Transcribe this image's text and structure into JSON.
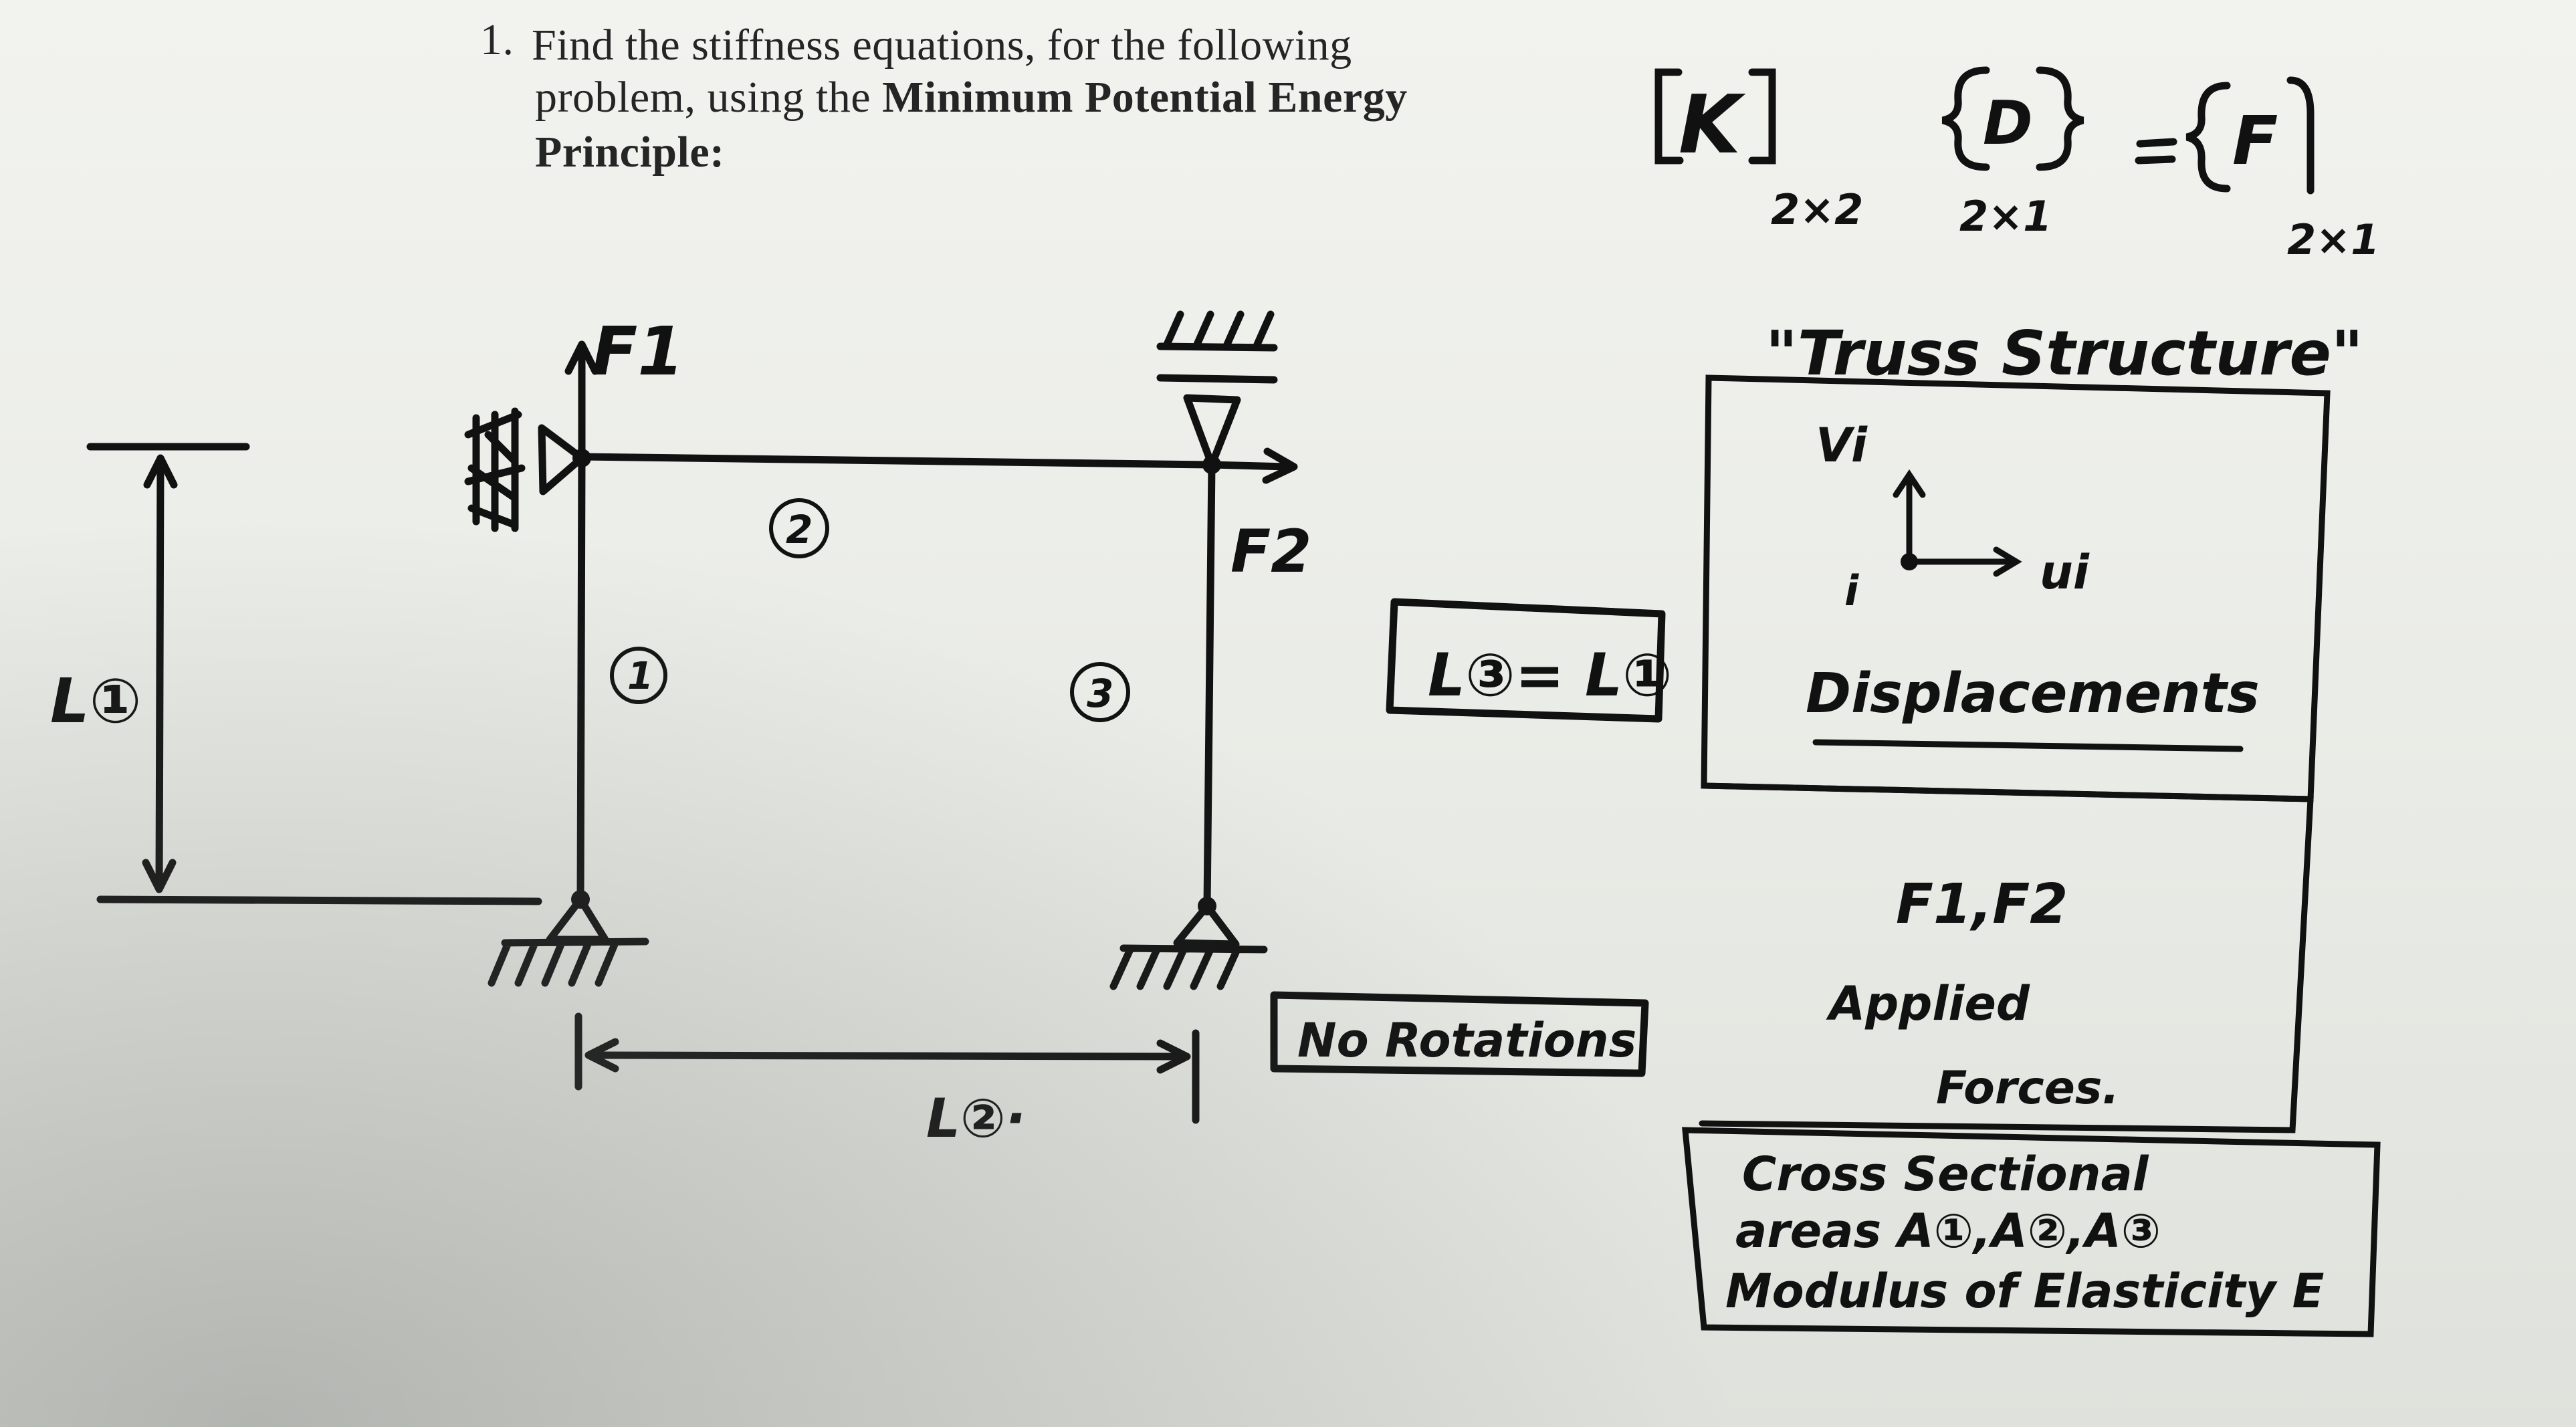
{
  "problem": {
    "number": "1.",
    "line1": "Find the stiffness equations, for the following",
    "line2_pre": "problem, using the ",
    "line2_bold": "Minimum Potential Energy",
    "line3_bold": "Principle:"
  },
  "equation": {
    "k": "K",
    "k_dim": "2×2",
    "d": "D",
    "d_dim": "2×1",
    "equals": "=",
    "f": "F",
    "f_dim": "2×1"
  },
  "structure_label": "\"Truss Structure\"",
  "box_displacements": {
    "v_label": "Vi",
    "node_label": "i",
    "u_label": "ui",
    "caption": "Displacements"
  },
  "box_forces": {
    "forces": "F1,F2",
    "line1": "Applied",
    "line2": "Forces."
  },
  "box_properties": {
    "line1": "Cross Sectional",
    "line2": "areas A①,A②,A③",
    "line3": "Modulus of Elasticity E"
  },
  "diagram": {
    "force1": "F1",
    "force2": "F2",
    "member1": "1",
    "member2": "2",
    "member3": "3",
    "length1": "L①",
    "length2": "L②·",
    "relation": "L③= L①",
    "note": "No Rotations"
  }
}
